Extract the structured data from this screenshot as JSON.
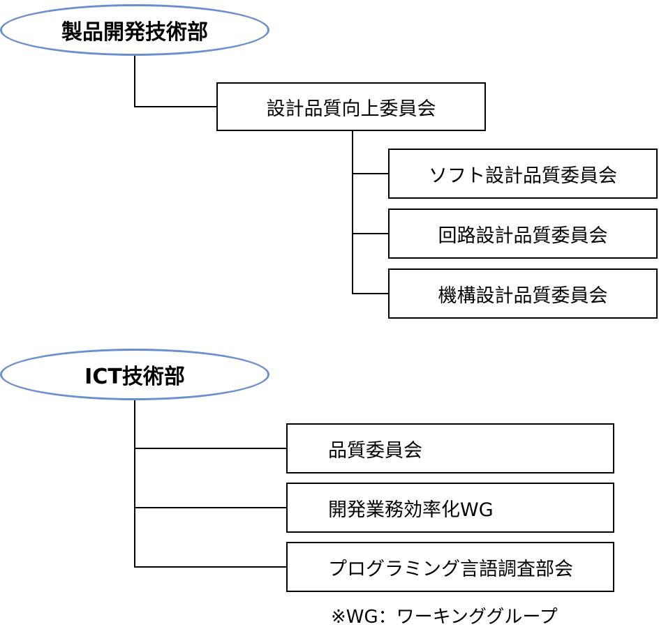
{
  "departments": [
    {
      "name": "製品開発技術部",
      "parent_committee": "設計品質向上委員会",
      "sub_committees": [
        "ソフト設計品質委員会",
        "回路設計品質委員会",
        "機構設計品質委員会"
      ]
    },
    {
      "name": "ICT技術部",
      "committees": [
        "品質委員会",
        "開発業務効率化WG",
        "プログラミング言語調査部会"
      ]
    }
  ],
  "footnote": "※WG：ワーキンググループ",
  "colors": {
    "ellipse_border": "#6a8fcf",
    "box_border": "#000000"
  }
}
